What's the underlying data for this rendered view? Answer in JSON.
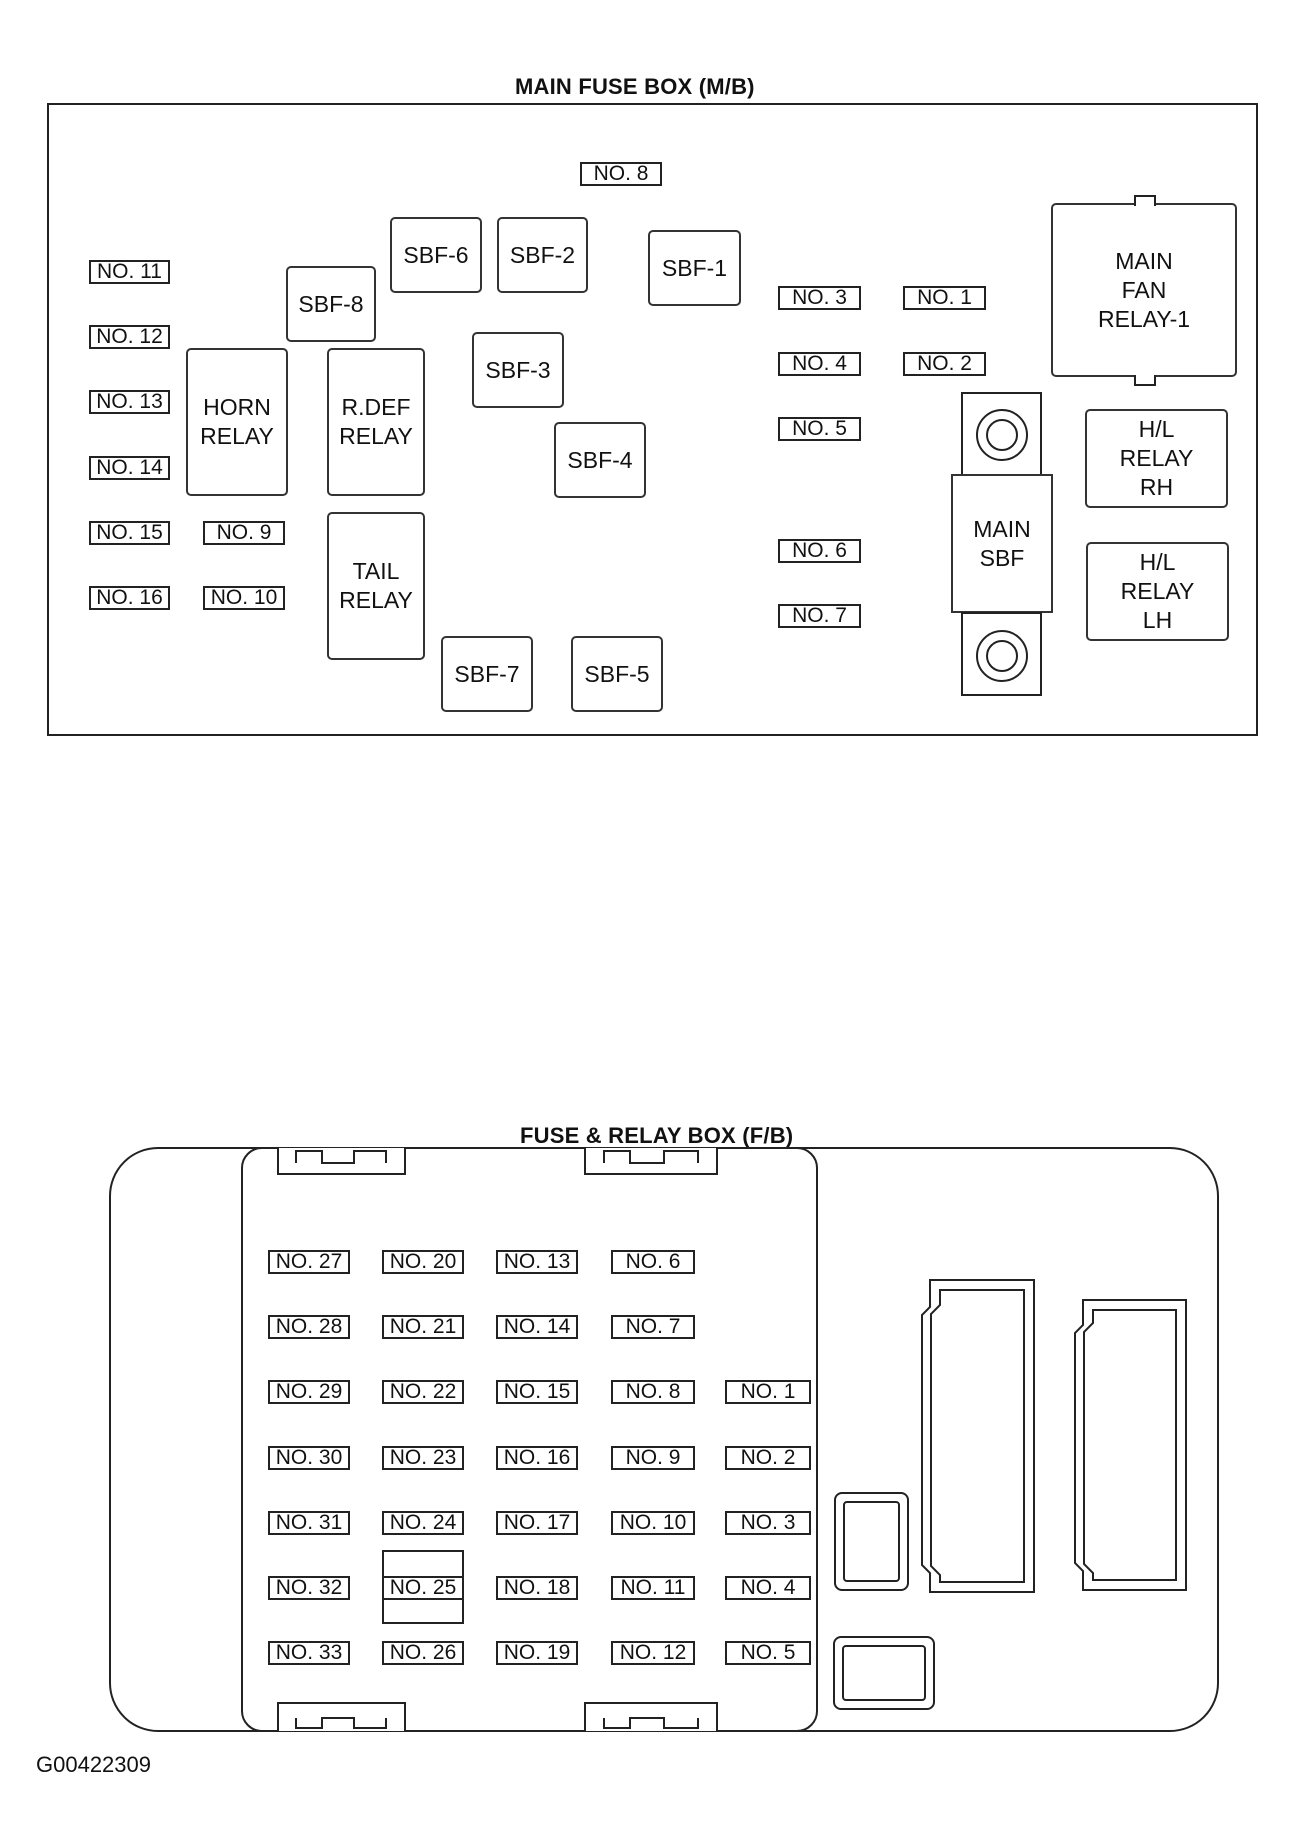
{
  "main_box": {
    "title": "MAIN FUSE BOX (M/B)",
    "fuses": [
      "NO. 8",
      "NO. 11",
      "NO. 12",
      "NO. 13",
      "NO. 14",
      "NO. 15",
      "NO. 16",
      "NO. 9",
      "NO. 10",
      "NO. 3",
      "NO. 1",
      "NO. 4",
      "NO. 2",
      "NO. 5",
      "NO. 6",
      "NO. 7"
    ],
    "sbf": [
      "SBF-6",
      "SBF-2",
      "SBF-1",
      "SBF-8",
      "SBF-3",
      "SBF-4",
      "SBF-7",
      "SBF-5"
    ],
    "relays": {
      "horn": "HORN\nRELAY",
      "rdef": "R.DEF\nRELAY",
      "tail": "TAIL\nRELAY",
      "main_fan": "MAIN\nFAN\nRELAY-1",
      "hl_rh": "H/L\nRELAY\nRH",
      "hl_lh": "H/L\nRELAY\nLH",
      "main_sbf": "MAIN\nSBF"
    }
  },
  "relay_box": {
    "title": "FUSE & RELAY BOX (F/B)",
    "col1": [
      "NO. 27",
      "NO. 28",
      "NO. 29",
      "NO. 30",
      "NO. 31",
      "NO. 32",
      "NO. 33"
    ],
    "col2": [
      "NO. 20",
      "NO. 21",
      "NO. 22",
      "NO. 23",
      "NO. 24",
      "NO. 25",
      "NO. 26"
    ],
    "col3": [
      "NO. 13",
      "NO. 14",
      "NO. 15",
      "NO. 16",
      "NO. 17",
      "NO. 18",
      "NO. 19"
    ],
    "col4": [
      "NO. 6",
      "NO. 7",
      "NO. 8",
      "NO. 9",
      "NO. 10",
      "NO. 11",
      "NO. 12"
    ],
    "col5": [
      "NO. 1",
      "NO. 2",
      "NO. 3",
      "NO. 4",
      "NO. 5"
    ]
  },
  "figure_code": "G00422309"
}
